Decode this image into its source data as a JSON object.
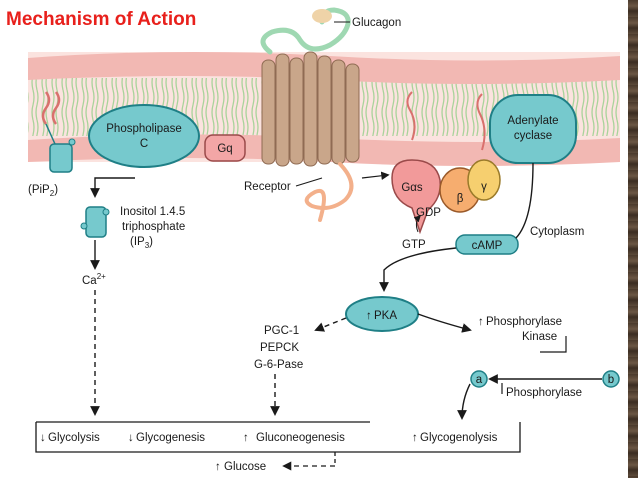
{
  "title": "Mechanism of Action",
  "labels": {
    "glucagon": "Glucagon",
    "phospholipase_line1": "Phospholipase",
    "phospholipase_line2": "C",
    "gq": "Gq",
    "adenylate_line1": "Adenylate",
    "adenylate_line2": "cyclase",
    "pip2": "(PiP",
    "pip2_sub": "2",
    "pip2_close": ")",
    "receptor": "Receptor",
    "galpha": "Gαs",
    "beta": "β",
    "gamma": "γ",
    "gdp": "GDP",
    "gtp": "GTP",
    "camp": "cAMP",
    "cytoplasm": "Cytoplasm",
    "ip3_line1": "Inositol 1.4.5",
    "ip3_line2": "triphosphate",
    "ip3_line3": "(IP",
    "ip3_sub": "3",
    "ip3_close": ")",
    "calcium": "Ca",
    "calcium_sup": "2+",
    "pka": "PKA",
    "pgc1": "PGC-1",
    "pepck": "PEPCK",
    "g6pase": "G-6-Pase",
    "phosphorylase_kinase_line1": "Phosphorylase",
    "phosphorylase_kinase_line2": "Kinase",
    "phosphorylase": "Phosphorylase",
    "state_a": "a",
    "state_b": "b",
    "glycolysis": "Glycolysis",
    "glycogenesis": "Glycogenesis",
    "gluconeogenesis": "Gluconeogenesis",
    "glycogenolysis": "Glycogenolysis",
    "glucose": "Glucose"
  },
  "colors": {
    "title": "#e8201c",
    "membrane_band": "#f2b8b3",
    "membrane_core": "#fbe3df",
    "lipid_tail": "#a9d39a",
    "protein_teal": "#76c9cd",
    "protein_outline": "#1f7f86",
    "receptor_fill": "#c9a68a",
    "receptor_dark": "#8f6b53",
    "g_alpha": "#f29a9a",
    "g_beta": "#f6ad6f",
    "g_gamma": "#f6cf6f",
    "gq_fill": "#f3a6a6",
    "glucagon_chain": "#9fd8b2",
    "glucagon_tip": "#efd3a8",
    "receptor_tail": "#f3b08b",
    "arrow": "#1a1a1a"
  },
  "icons": {
    "up": "up-arrow-icon",
    "down": "down-arrow-icon"
  }
}
